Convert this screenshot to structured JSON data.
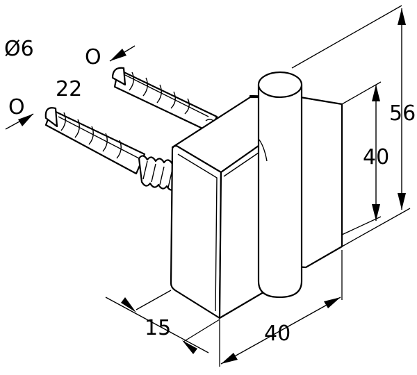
{
  "dimensions": {
    "diameter": "Ø6",
    "dowel_length": "22",
    "height_total": "56",
    "height_body": "40",
    "depth": "15",
    "width": "40"
  },
  "markers": {
    "upper_dowel_marker": "O",
    "lower_dowel_marker": "O"
  }
}
